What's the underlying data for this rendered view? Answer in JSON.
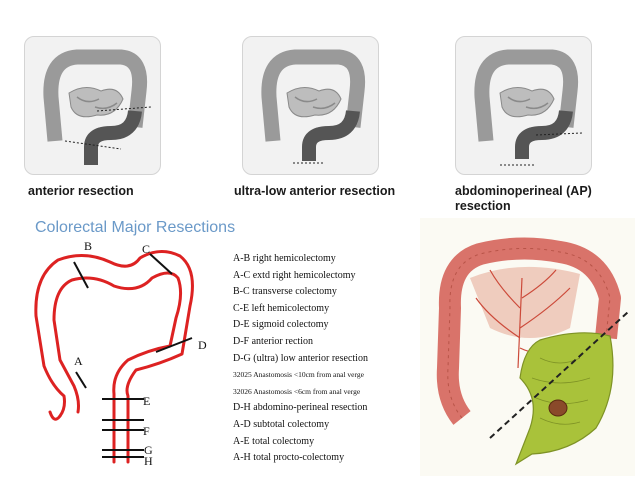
{
  "panels": [
    {
      "caption": "anterior resection"
    },
    {
      "caption": "ultra-low anterior resection"
    },
    {
      "caption": "abdominoperineal (AP)\nresection"
    }
  ],
  "section_title": "Colorectal Major Resections",
  "segment_labels": {
    "A": "A",
    "B": "B",
    "C": "C",
    "D": "D",
    "E": "E",
    "F": "F",
    "G": "G",
    "H": "H"
  },
  "legend": [
    {
      "text": "A-B right hemicolectomy",
      "small": false
    },
    {
      "text": "A-C extd right hemicolectomy",
      "small": false
    },
    {
      "text": "B-C transverse colectomy",
      "small": false
    },
    {
      "text": "C-E left hemicolectomy",
      "small": false
    },
    {
      "text": "D-E sigmoid colectomy",
      "small": false
    },
    {
      "text": "D-F anterior rection",
      "small": false
    },
    {
      "text": "D-G (ultra) low anterior resection",
      "small": false
    },
    {
      "text": "32025 Anastomosis <10cm from anal verge",
      "small": true
    },
    {
      "text": "32026 Anastomosis <6cm from anal verge",
      "small": true
    },
    {
      "text": "D-H abdomino-perineal resection",
      "small": false
    },
    {
      "text": "A-D subtotal colectomy",
      "small": false
    },
    {
      "text": "A-E total colectomy",
      "small": false
    },
    {
      "text": "A-H total procto-colectomy",
      "small": false
    }
  ],
  "colors": {
    "colon_gray": "#9a9a9a",
    "colon_dark": "#555555",
    "diagram_red": "#dd2222",
    "title_blue": "#6a99c8",
    "colon_pink": "#d9736a",
    "resected_green": "#a9c23a"
  }
}
